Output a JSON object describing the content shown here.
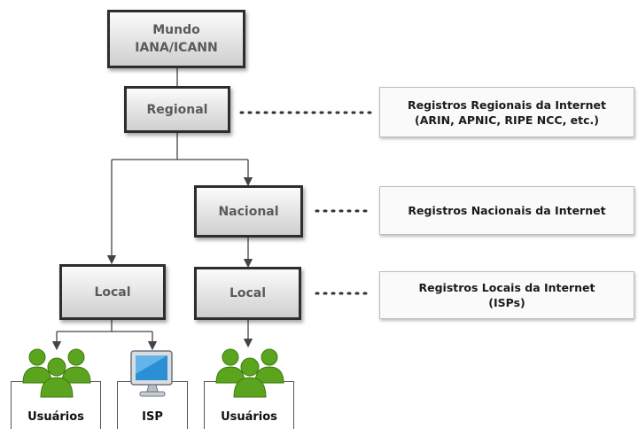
{
  "nodes": {
    "mundo": {
      "line1": "Mundo",
      "line2": "IANA/ICANN"
    },
    "regional": "Regional",
    "nacional": "Nacional",
    "local_left": "Local",
    "local_right": "Local"
  },
  "registries": {
    "regional": {
      "line1": "Registros Regionais da Internet",
      "line2": "(ARIN, APNIC, RIPE NCC, etc.)"
    },
    "nacional": {
      "line1": "Registros Nacionais da Internet"
    },
    "local": {
      "line1": "Registros Locais da Internet",
      "line2": "(ISPs)"
    }
  },
  "leaves": {
    "usuarios_left": "Usuários",
    "isp": "ISP",
    "usuarios_right": "Usuários"
  },
  "icons": {
    "users": "users-group-icon",
    "isp": "computer-monitor-icon"
  },
  "colors": {
    "node_border": "#2e2e2e",
    "node_text": "#5a5a5a",
    "users_green": "#5aa51d",
    "monitor_blue": "#2b8fd6"
  }
}
